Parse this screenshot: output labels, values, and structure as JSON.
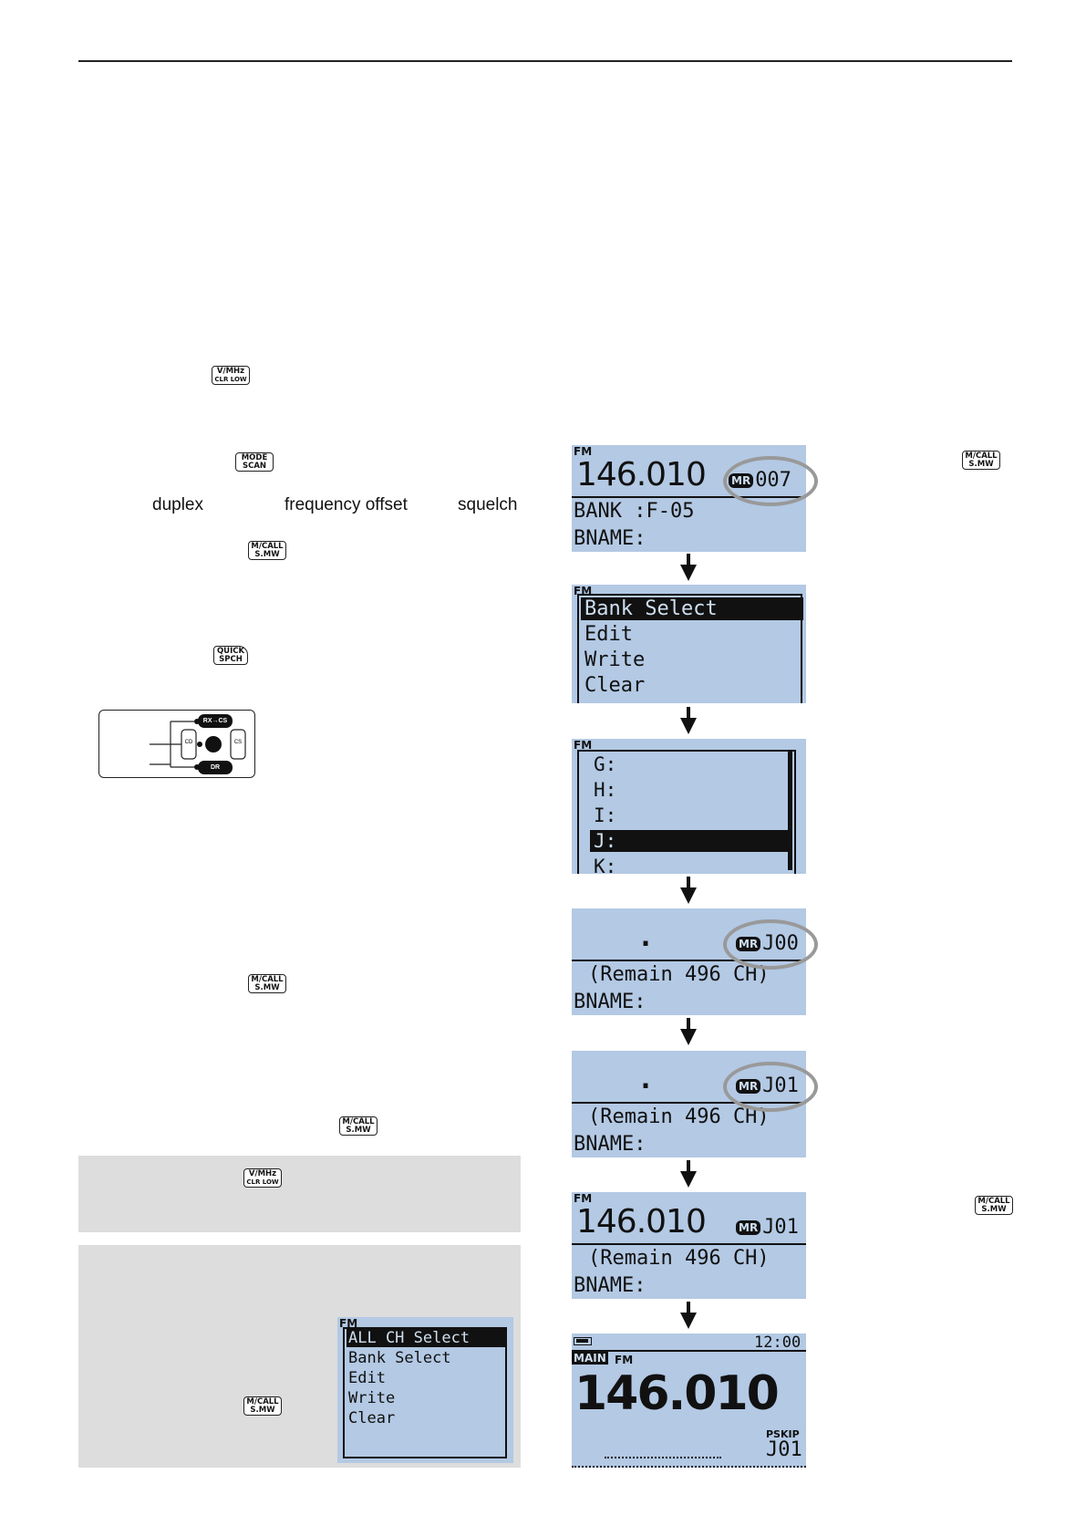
{
  "keys": {
    "vmhz": [
      "V/MHz",
      "CLR LOW"
    ],
    "mode": [
      "MODE",
      "SCAN"
    ],
    "mcall": [
      "M/CALL",
      "S.MW"
    ],
    "quick": [
      "QUICK",
      "SPCH"
    ]
  },
  "words": {
    "duplex": "duplex",
    "offset": "frequency offset",
    "squelch": "squelch"
  },
  "dpad": {
    "top": "RX→CS",
    "bottom": "DR",
    "left": "CD",
    "right": "CS"
  },
  "screens": {
    "s1": {
      "fm": "FM",
      "freq": "146.010",
      "mr": "MR",
      "ch": "007",
      "line2": "BANK :F-05",
      "line3": "BNAME:"
    },
    "s2": {
      "fm": "FM",
      "items": [
        "Bank Select",
        "Edit",
        "Write",
        "Clear"
      ]
    },
    "s3": {
      "fm": "FM",
      "items": [
        "G:",
        "H:",
        "I:",
        "J:",
        "K:"
      ]
    },
    "s4": {
      "dot": ".",
      "mr": "MR",
      "ch": "J00",
      "line2": "(Remain 496 CH)",
      "line3": "BNAME:"
    },
    "s5": {
      "dot": ".",
      "mr": "MR",
      "ch": "J01",
      "line2": "(Remain 496 CH)",
      "line3": "BNAME:"
    },
    "s6": {
      "fm": "FM",
      "freq": "146.010",
      "mr": "MR",
      "ch": "J01",
      "line2": "(Remain 496 CH)",
      "line3": "BNAME:"
    },
    "s7": {
      "time": "12:00",
      "main": "MAIN",
      "fm": "FM",
      "freq": "146.010",
      "pskip": "PSKIP",
      "ch": "J01"
    },
    "s8": {
      "fm": "FM",
      "items": [
        "ALL CH Select",
        "Bank Select",
        "Edit",
        "Write",
        "Clear"
      ]
    }
  }
}
